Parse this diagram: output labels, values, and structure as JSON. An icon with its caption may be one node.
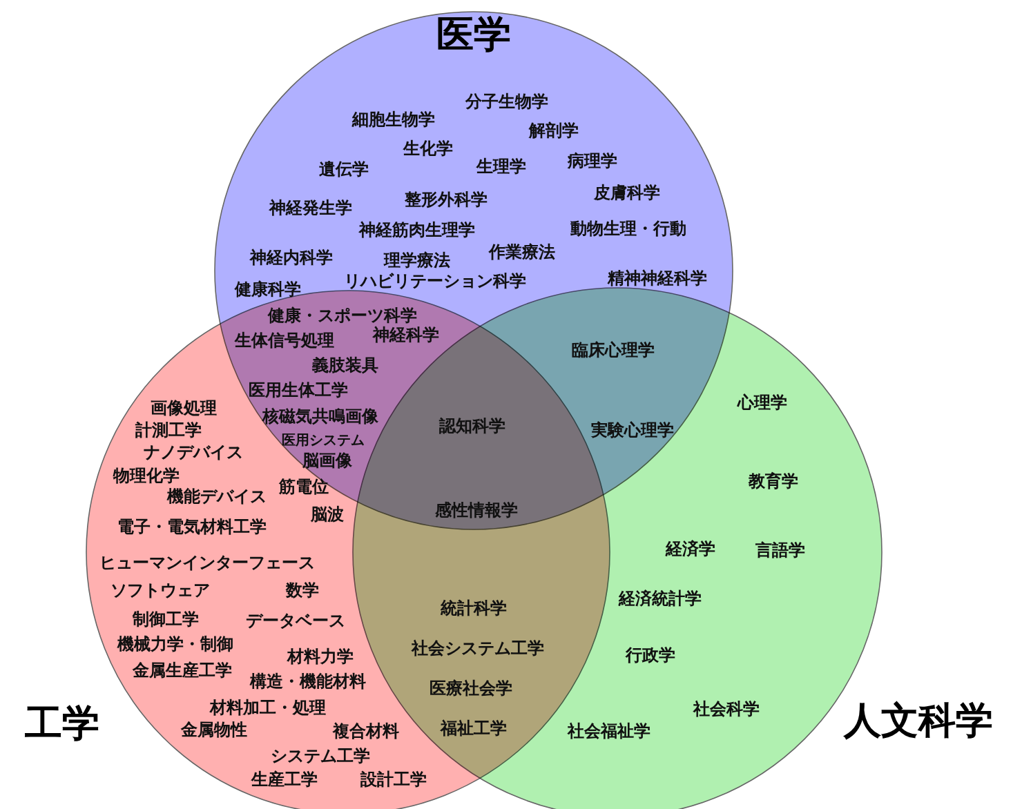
{
  "diagram": {
    "nodes": [
      {
        "text": [
          "医学"
        ]
      },
      {
        "text": [
          "工学"
        ]
      },
      {
        "text": [
          "人文科学"
        ]
      }
    ],
    "labels": [
      "細胞生物学",
      "分子生物学",
      "解剖学",
      "生化学",
      "遺伝学",
      "生理学",
      "病理学",
      "整形外科学",
      "神経発生学",
      "皮膚科学",
      "神経筋肉生理学",
      "動物生理・行動",
      "神経内科学",
      "作業療法",
      "理学療法",
      "健康科学",
      "リハビリテーション科学",
      "精神神経科学",
      "健康・スポーツ科学",
      "生体信号処理",
      "神経科学",
      "義肢装具",
      "医用生体工学",
      "核磁気共鳴画像",
      "医用システム",
      "脳画像",
      "筋電位",
      "脳波",
      "画像処理",
      "計測工学",
      "ナノデバイス",
      "物理化学",
      "機能デバイス",
      "電子・電気材料工学",
      "ヒューマンインターフェース",
      "ソフトウェア",
      "数学",
      "制御工学",
      "データベース",
      "機械力学・制御",
      "金属生産工学",
      "材料力学",
      "構造・機能材料",
      "材料加工・処理",
      "金属物性",
      "複合材料",
      "システム工学",
      "生産工学",
      "設計工学",
      "認知科学",
      "感性情報学",
      "臨床心理学",
      "実験心理学",
      "心理学",
      "教育学",
      "経済学",
      "言語学",
      "経済統計学",
      "行政学",
      "社会科学",
      "社会福祉学",
      "統計科学",
      "社会システム工学",
      "医療社会学",
      "福祉工学"
    ]
  }
}
